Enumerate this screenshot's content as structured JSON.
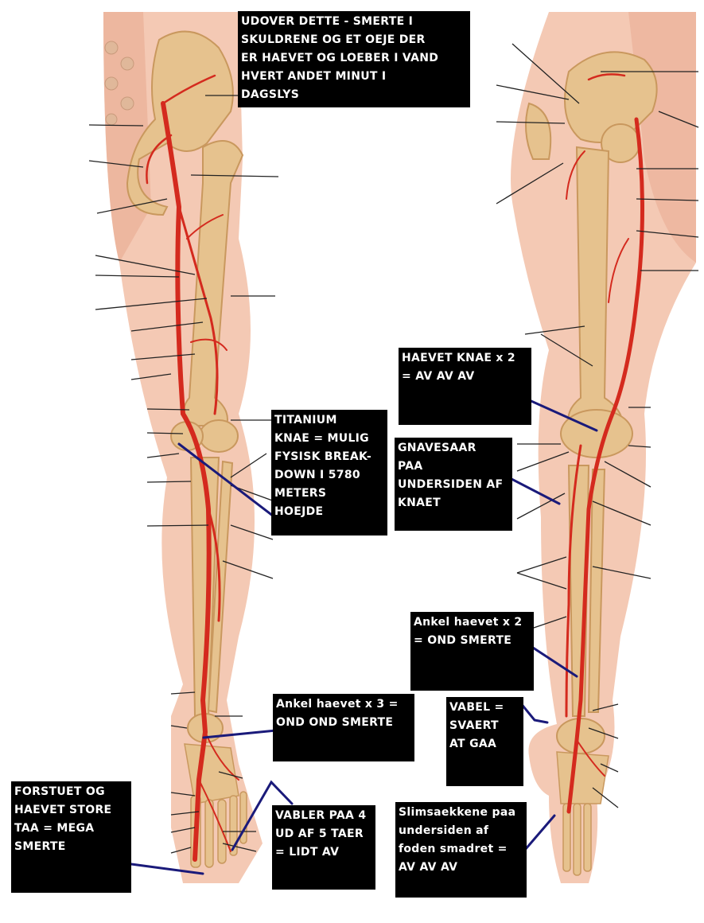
{
  "colors": {
    "skin": "#f4c9b4",
    "skin_shade": "#e8a88e",
    "bone": "#e6c28e",
    "bone_shade": "#c9985e",
    "artery": "#d42a1e",
    "leader_line": "#222222",
    "pointer_line": "#1a1a7a",
    "label_bg": "#000000",
    "label_text": "#ffffff"
  },
  "annotations": [
    {
      "id": "shoulders-eye",
      "text": "UDOVER DETTE - SMERTE I\nSKULDRENE OG ET OEJE DER\nER HAEVET OG LOEBER I VAND\nHVERT ANDET MINUT I\nDAGSLYS"
    },
    {
      "id": "titanium-knee",
      "text": "TITANIUM\nKNAE = MULIG\nFYSISK BREAK-\nDOWN I 5780\nMETERS\nHOEJDE"
    },
    {
      "id": "ankle-swollen-3",
      "text": "Ankel haevet x 3 =\nOND OND SMERTE"
    },
    {
      "id": "sprained-big-toe",
      "text": "FORSTUET OG\nHAEVET STORE\nTAA = MEGA\nSMERTE"
    },
    {
      "id": "blisters-toes",
      "text": "VABLER PAA 4\nUD AF 5 TAER\n= LIDT AV"
    },
    {
      "id": "swollen-knee-2",
      "text": "HAEVET KNAE x 2\n= AV AV AV"
    },
    {
      "id": "chafing-knee",
      "text": "GNAVESAAR\nPAA\nUNDERSIDEN AF\nKNAET"
    },
    {
      "id": "ankle-swollen-2",
      "text": "Ankel haevet x 2\n= OND SMERTE"
    },
    {
      "id": "blister-walk",
      "text": "VABEL =\nSVAERT\nAT GAA"
    },
    {
      "id": "bursae-foot",
      "text": "Slimsaekkene paa\nundersiden af\nfoden smadret =\nAV AV AV"
    }
  ]
}
